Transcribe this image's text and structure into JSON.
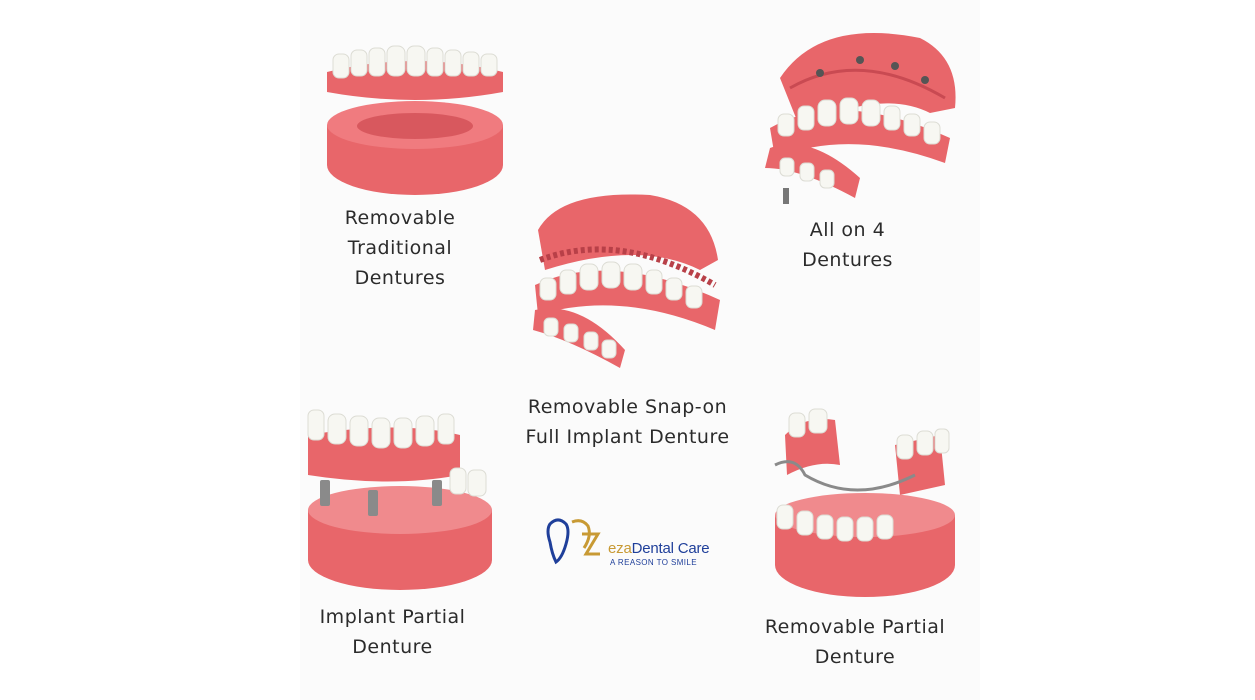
{
  "items": [
    {
      "lines": [
        "Removable",
        "Traditional",
        "Dentures"
      ]
    },
    {
      "lines": [
        "All on 4",
        "Dentures"
      ]
    },
    {
      "lines": [
        "Removable Snap-on",
        "Full Implant Denture"
      ]
    },
    {
      "lines": [
        "Implant Partial",
        "Denture"
      ]
    },
    {
      "lines": [
        "Removable Partial",
        "Denture"
      ]
    }
  ],
  "logo": {
    "name_prefix": "eza",
    "name": "Dental Care",
    "tagline": "A REASON TO SMILE"
  },
  "colors": {
    "gum": "#e8666a",
    "gum_dark": "#c94a52",
    "tooth": "#f7f7f2",
    "logo_blue": "#1f3f9a",
    "logo_gold": "#c89a34"
  }
}
